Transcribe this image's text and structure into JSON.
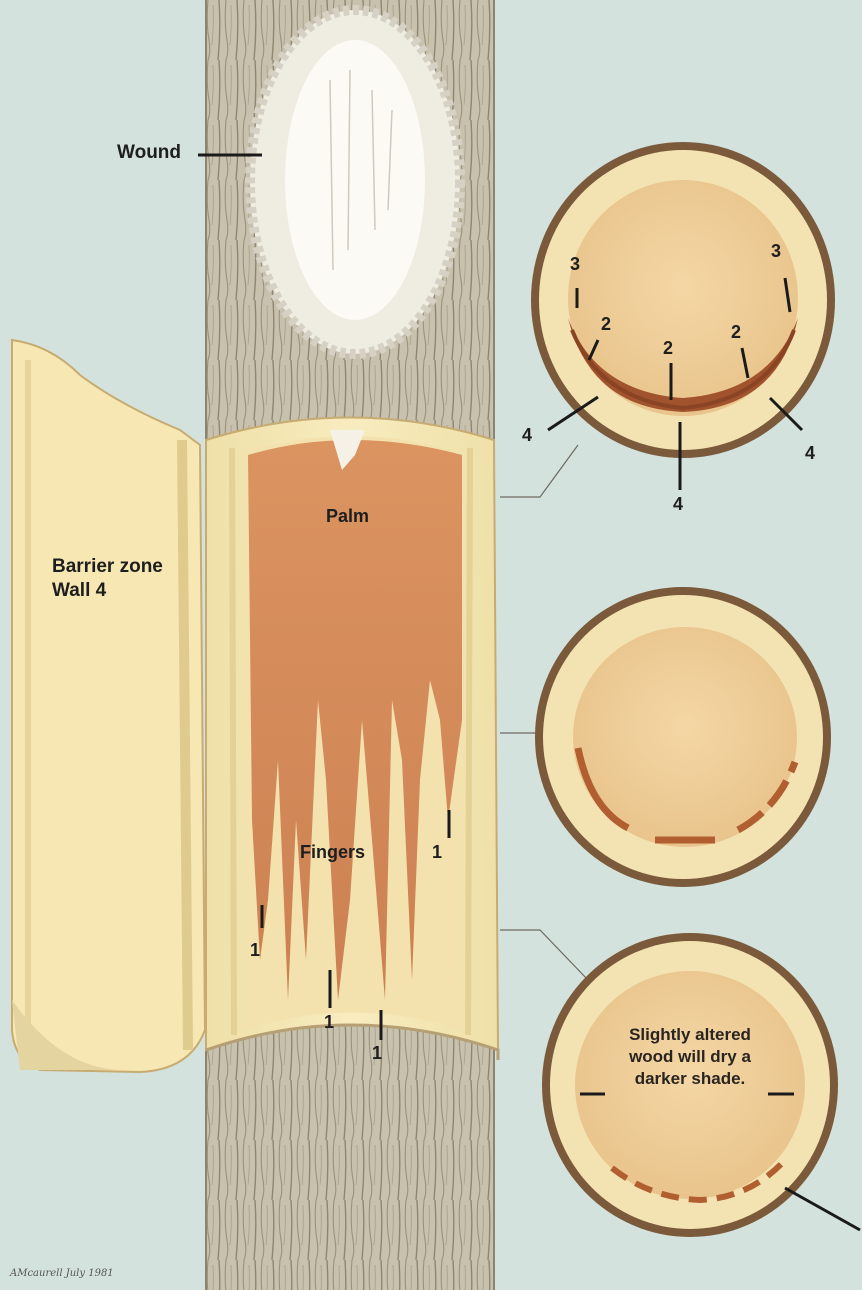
{
  "labels": {
    "wound": "Wound",
    "palm": "Palm",
    "fingers": "Fingers",
    "barrier_line1": "Barrier zone",
    "barrier_line2": "Wall 4"
  },
  "section_note": {
    "line1": "Slightly altered",
    "line2": "wood will dry a",
    "line3": "darker shade."
  },
  "wall_numbers": {
    "top_left_3": "3",
    "top_right_3": "3",
    "left_2": "2",
    "mid_2": "2",
    "right_2": "2",
    "left_4": "4",
    "bottom_4": "4",
    "right_4": "4",
    "finger_1_a": "1",
    "finger_1_b": "1",
    "finger_1_c": "1",
    "finger_1_d": "1"
  },
  "signature": "AMcaurell July 1981",
  "colors": {
    "background": "#d4e2de",
    "bark": "#c4bda9",
    "sapwood": "#f6e6b0",
    "heartwood": "#eecb95",
    "discolored": "#c9784a",
    "barrier_stain": "#a0532c",
    "bark_ring": "#7a5a3a"
  }
}
